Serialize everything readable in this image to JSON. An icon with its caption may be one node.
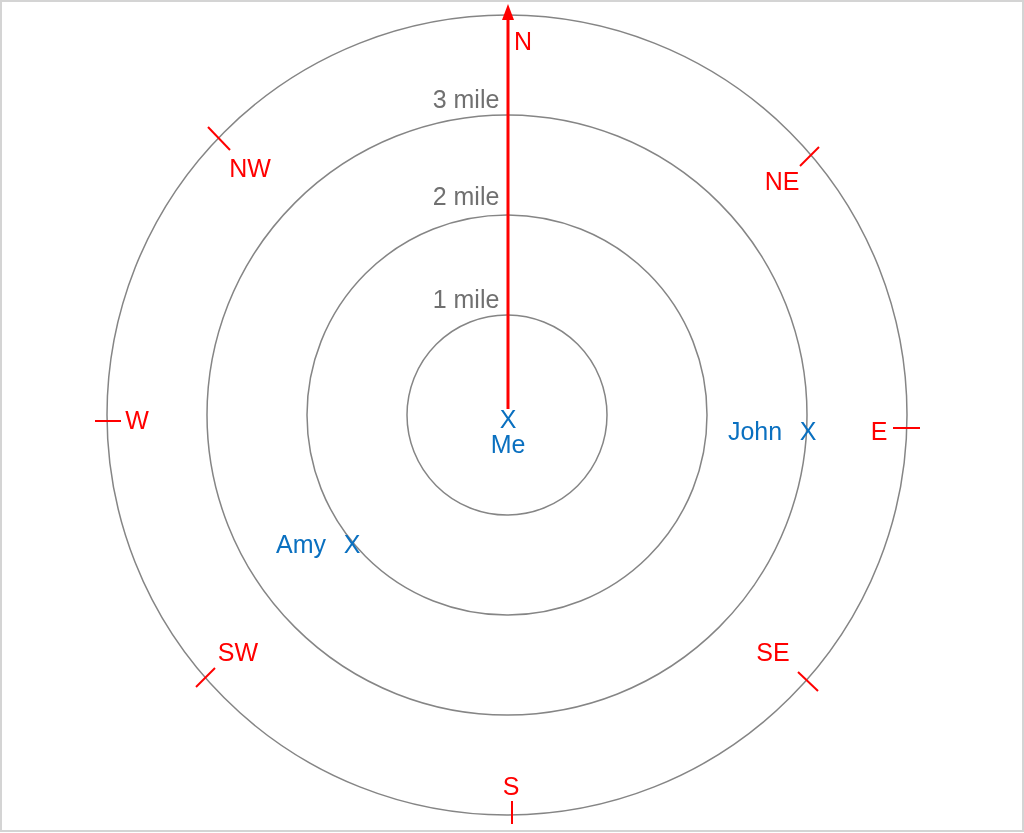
{
  "diagram": {
    "labels": [
      "N",
      "3 mile",
      "NW",
      "NE",
      "2 mile",
      "1 mile",
      "W",
      "X",
      "John",
      "X",
      "E",
      "Me",
      "Amy",
      "X",
      "SW",
      "SE",
      "S"
    ]
  }
}
